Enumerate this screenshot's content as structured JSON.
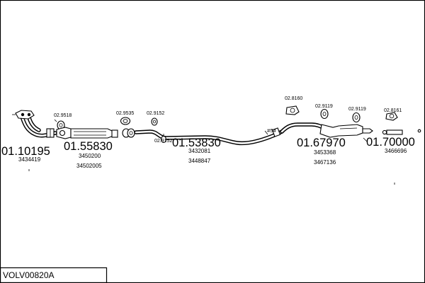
{
  "diagram_id": "VOLV00820A",
  "sections": [
    {
      "part_number": "01.10195",
      "ref_numbers": [
        "3434419"
      ]
    },
    {
      "part_number": "01.55830",
      "ref_numbers": [
        "3450200",
        "34502005"
      ]
    },
    {
      "part_number": "01.53830",
      "ref_numbers": [
        "3432081",
        "3448847"
      ]
    },
    {
      "part_number": "01.67970",
      "ref_numbers": [
        "3453368",
        "3467136"
      ]
    },
    {
      "part_number": "01.70000",
      "ref_numbers": [
        "3466696"
      ]
    }
  ],
  "fittings": [
    {
      "code": "02.9518"
    },
    {
      "code": "02.9535"
    },
    {
      "code": "02.9152"
    },
    {
      "code": "02.9152"
    },
    {
      "code": "02.8160"
    },
    {
      "code": "02.9119"
    },
    {
      "code": "02.9119"
    },
    {
      "code": "02.8161"
    }
  ],
  "callouts": [
    {
      "label": "#54"
    }
  ]
}
